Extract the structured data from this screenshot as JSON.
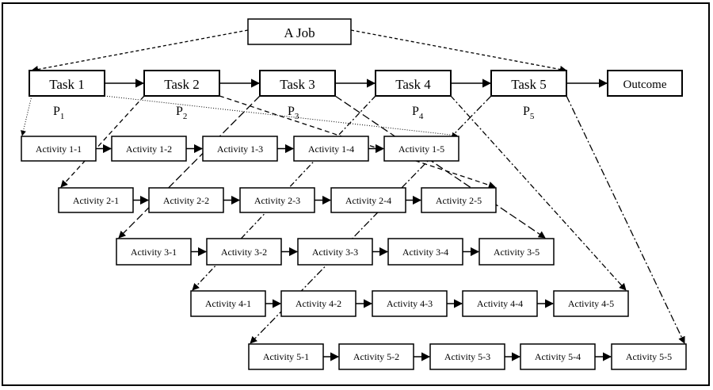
{
  "job": {
    "label": "A Job"
  },
  "tasks": [
    {
      "id": "t1",
      "label": "Task 1",
      "priority": "P",
      "sub": "1"
    },
    {
      "id": "t2",
      "label": "Task 2",
      "priority": "P",
      "sub": "2"
    },
    {
      "id": "t3",
      "label": "Task 3",
      "priority": "P",
      "sub": "3"
    },
    {
      "id": "t4",
      "label": "Task 4",
      "priority": "P",
      "sub": "4"
    },
    {
      "id": "t5",
      "label": "Task 5",
      "priority": "P",
      "sub": "5"
    }
  ],
  "outcome": {
    "label": "Outcome"
  },
  "activity_rows": [
    [
      "Activity 1-1",
      "Activity 1-2",
      "Activity 1-3",
      "Activity 1-4",
      "Activity 1-5"
    ],
    [
      "Activity 2-1",
      "Activity 2-2",
      "Activity 2-3",
      "Activity 2-4",
      "Activity 2-5"
    ],
    [
      "Activity 3-1",
      "Activity 3-2",
      "Activity 3-3",
      "Activity 3-4",
      "Activity 3-5"
    ],
    [
      "Activity 4-1",
      "Activity 4-2",
      "Activity 4-3",
      "Activity 4-4",
      "Activity 4-5"
    ],
    [
      "Activity 5-1",
      "Activity 5-2",
      "Activity 5-3",
      "Activity 5-4",
      "Activity 5-5"
    ]
  ]
}
